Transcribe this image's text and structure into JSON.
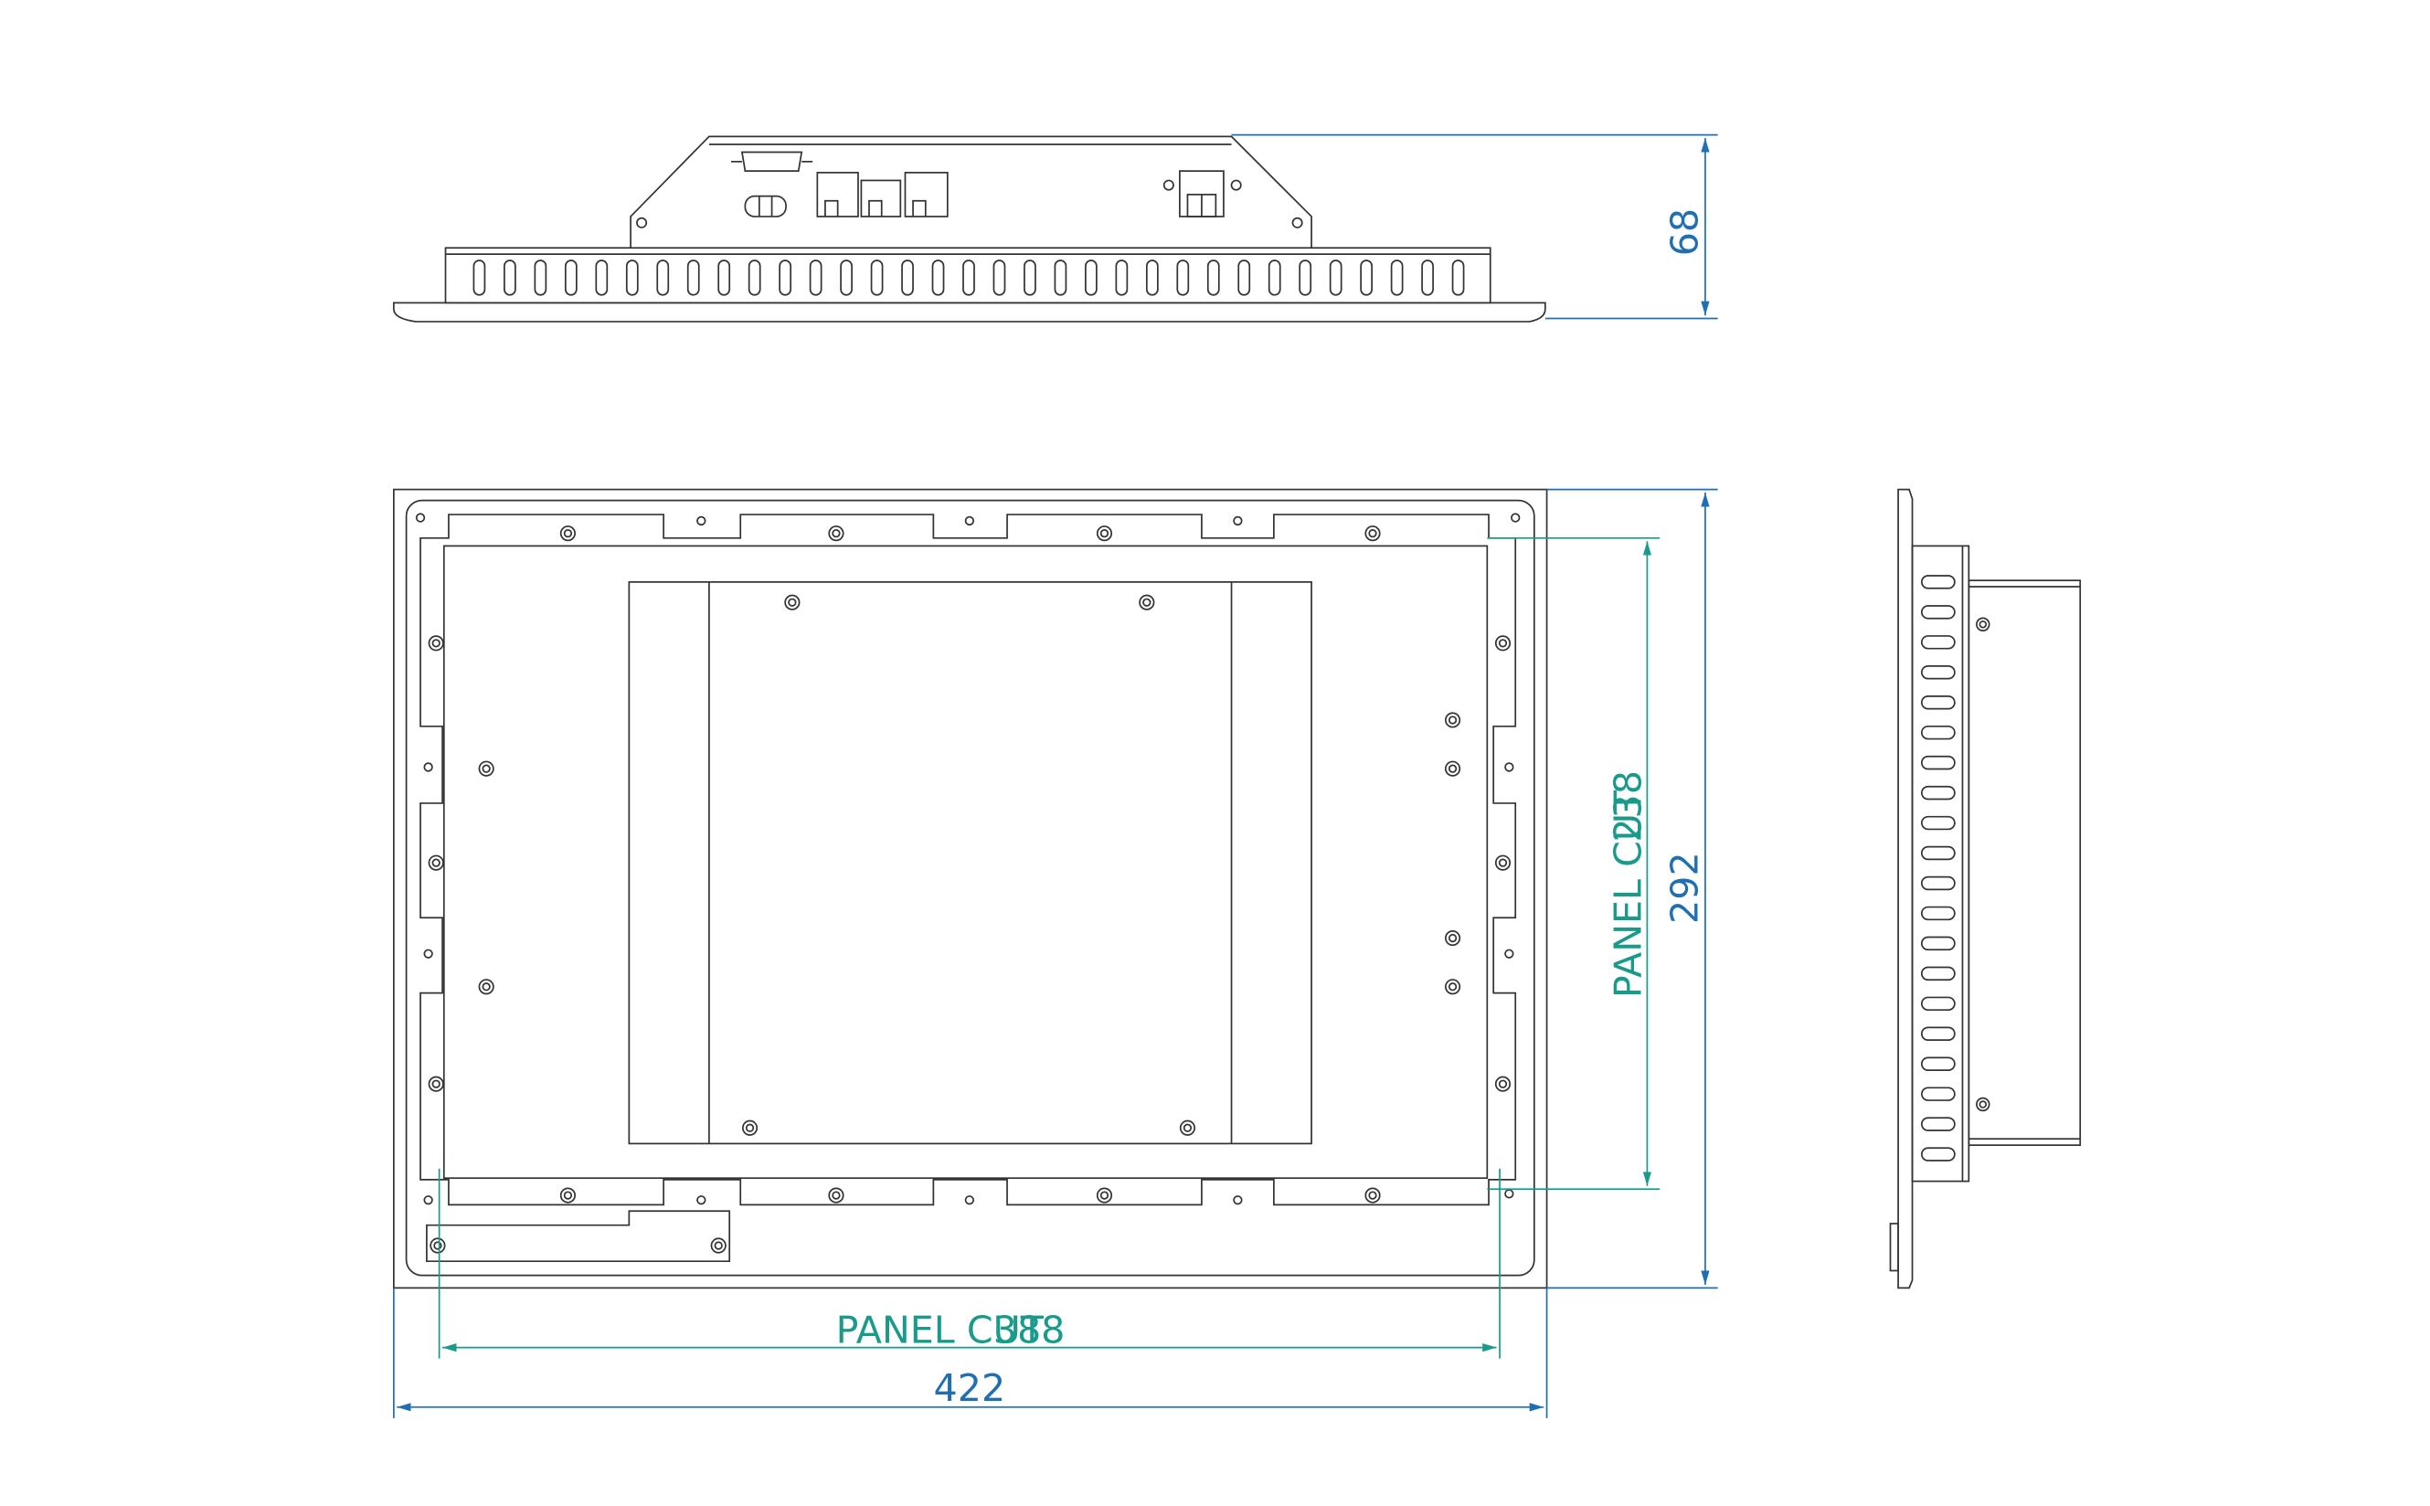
{
  "dimensions": {
    "height_top_view": "68",
    "panel_cut_height": "238",
    "overall_height": "292",
    "panel_cut_width": "388",
    "overall_width": "422"
  },
  "labels": {
    "panel_cut_prefix": "PANEL CUT"
  },
  "colors": {
    "outline": "#333333",
    "dimension_blue": "#1f6fb2",
    "dimension_teal": "#1a9a8a"
  }
}
